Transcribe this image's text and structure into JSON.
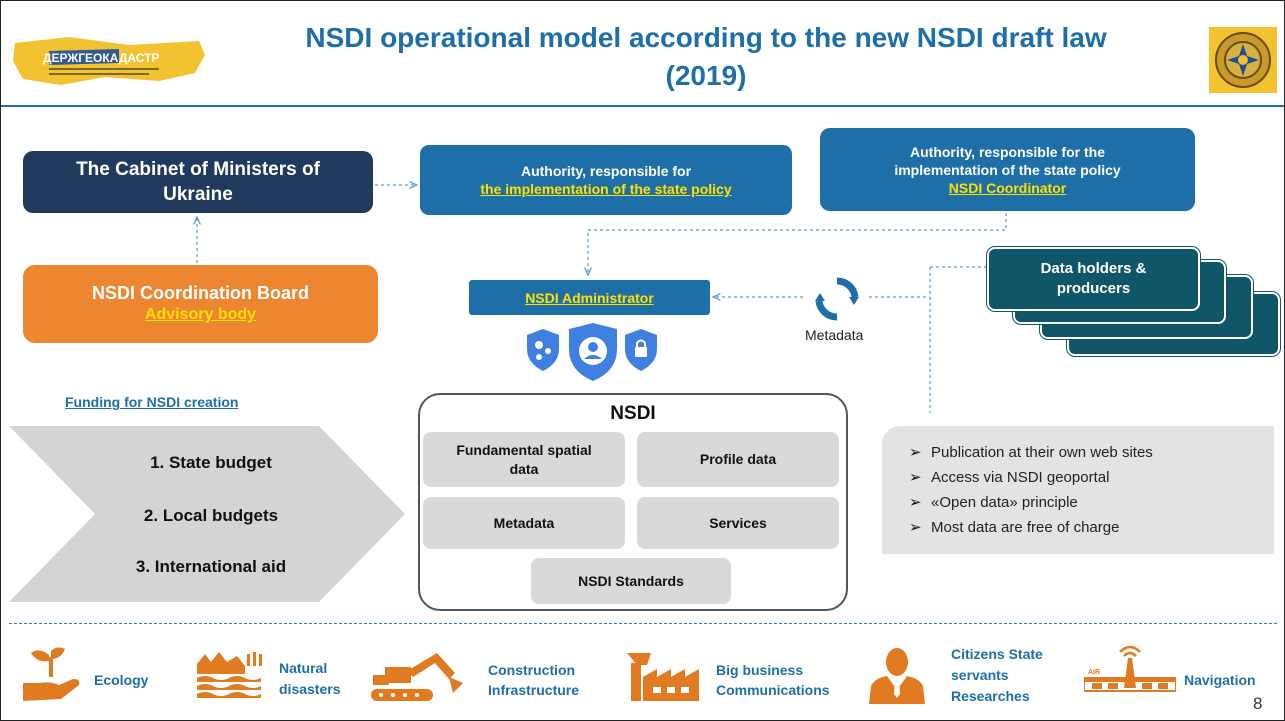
{
  "header": {
    "logo_text": "ДЕРЖГЕОКАДАСТР",
    "title_line1": "NSDI operational model according to the new NSDI draft law",
    "title_line2": "(2019)"
  },
  "cabinet": {
    "label": "The Cabinet of Ministers of Ukraine"
  },
  "authority_policy": {
    "line1": "Authority, responsible for",
    "line2": "the implementation of the state policy"
  },
  "authority_coordinator": {
    "line1": "Authority, responsible for the",
    "line2": "implementation of the state policy",
    "line3": "NSDI Coordinator"
  },
  "coordination_board": {
    "line1": "NSDI Coordination Board",
    "line2": "Advisory body"
  },
  "administrator": {
    "label": "NSDI Administrator"
  },
  "data_holders": {
    "line1": "Data holders &",
    "line2": "producers"
  },
  "metadata_flow": {
    "label": "Metadata"
  },
  "funding": {
    "title": "Funding for NSDI creation",
    "items": [
      "1.   State budget",
      "2. Local budgets",
      "3. International aid"
    ]
  },
  "nsdi": {
    "title": "NSDI",
    "components": {
      "fundamental": "Fundamental spatial data",
      "profile": "Profile data",
      "metadata": "Metadata",
      "services": "Services",
      "standards": "NSDI Standards"
    }
  },
  "principles": [
    "Publication at their own web sites",
    "Access via NSDI geoportal",
    "«Open data» principle",
    "Most data are free of charge"
  ],
  "sectors": [
    {
      "label": "Ecology",
      "icon": "plant-hand-icon"
    },
    {
      "label": "Natural disasters",
      "icon": "flood-icon"
    },
    {
      "label": "Construction Infrastructure",
      "icon": "excavator-icon"
    },
    {
      "label": "Big business Communications",
      "icon": "factory-icon"
    },
    {
      "label": "Citizens State servants Researches",
      "icon": "person-icon"
    },
    {
      "label": "Navigation",
      "icon": "airport-tower-icon"
    }
  ],
  "page_number": "8",
  "colors": {
    "blue": "#1e6fa8",
    "dark_blue": "#1f3a5c",
    "orange": "#ec8630",
    "teal": "#0f5768",
    "highlight": "#ffe100",
    "icon_orange": "#e07b22"
  }
}
